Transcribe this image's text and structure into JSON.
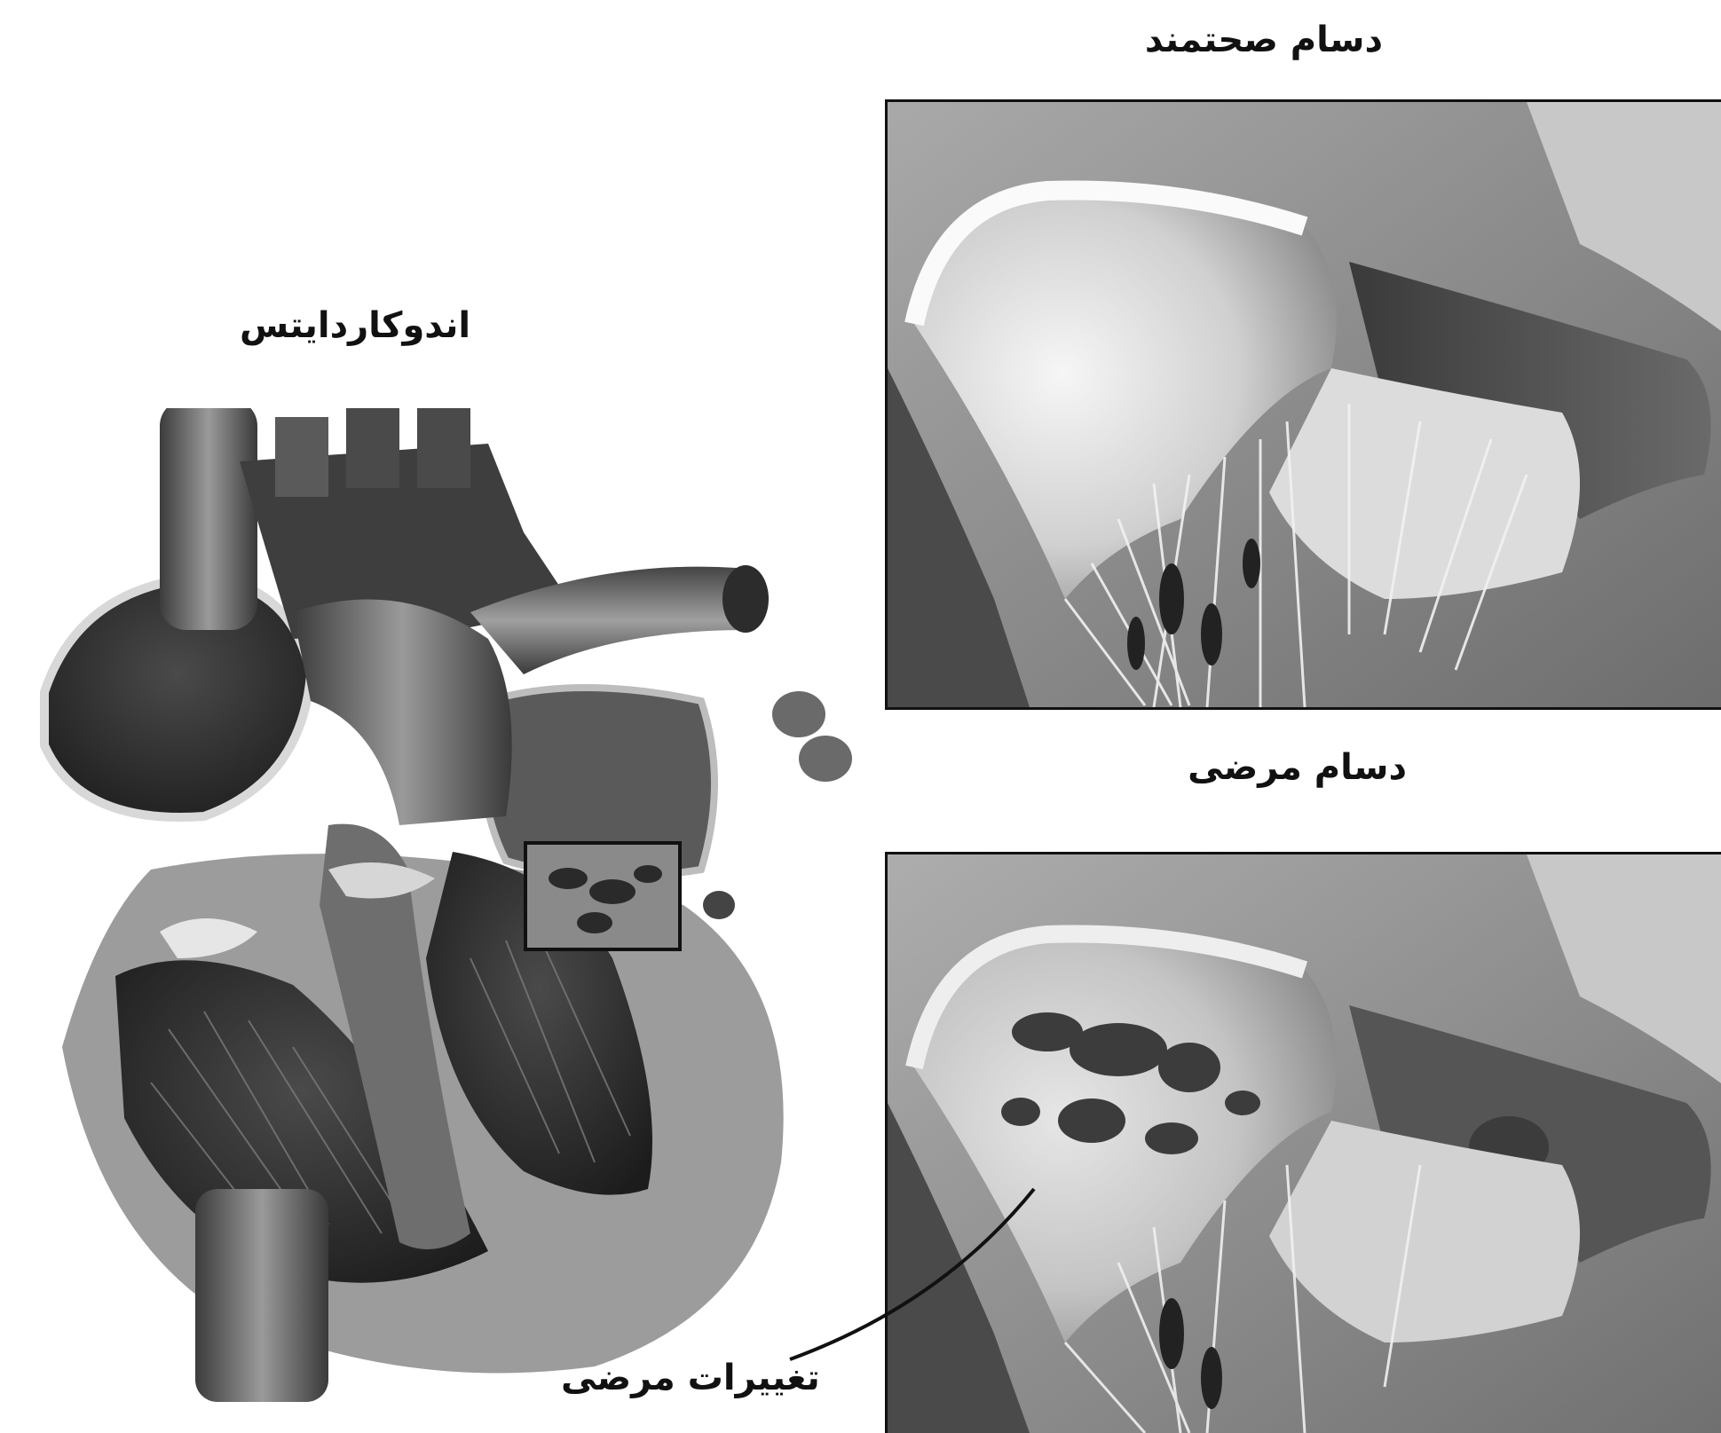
{
  "labels": {
    "healthy_valve": "دسام صحتمند",
    "diseased_valve": "دسام مرضی",
    "endocarditis": "اندوکاردایتس",
    "pathologic_changes": "تغییرات مرضی"
  },
  "colors": {
    "background": "#ffffff",
    "text": "#111111",
    "panel_gray": "#8c8c8c"
  }
}
